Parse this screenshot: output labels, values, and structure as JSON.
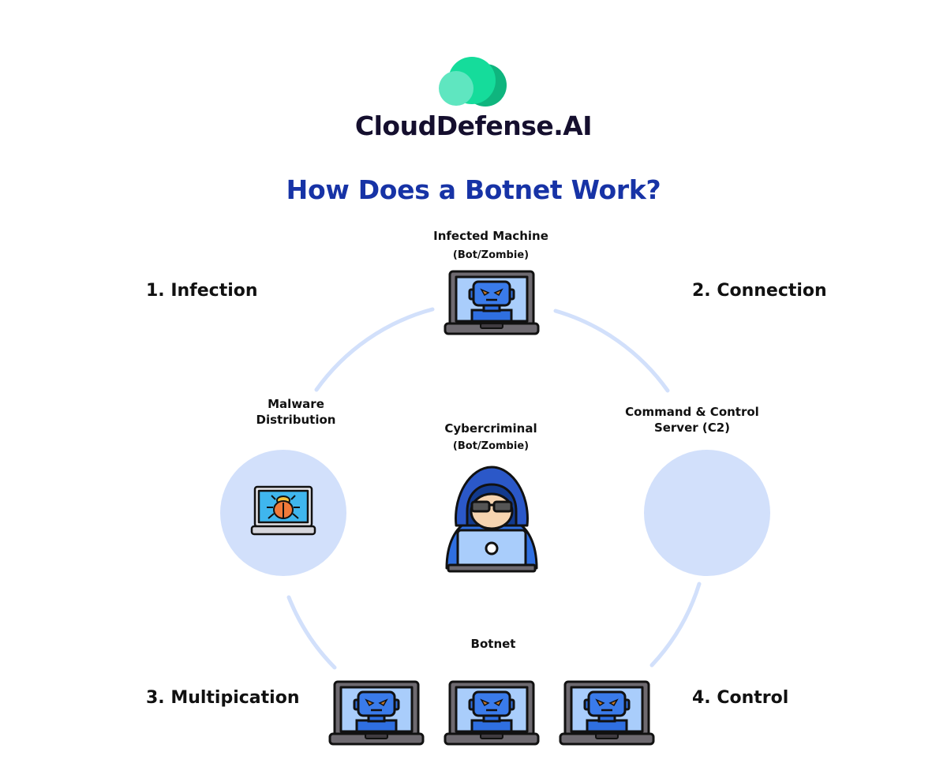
{
  "brand": {
    "name": "CloudDefense.AI",
    "logo_icon": "cloud-logo-icon",
    "colors": {
      "cloud_light": "#5fe6c0",
      "cloud_mid": "#15dc9b",
      "cloud_dark": "#0fb57e",
      "text": "#150f2e"
    }
  },
  "title": "How Does a Botnet Work?",
  "title_color": "#1733a6",
  "steps": [
    {
      "label": "1. Infection"
    },
    {
      "label": "2. Connection"
    },
    {
      "label": "3. Multipication"
    },
    {
      "label": "4. Control"
    }
  ],
  "nodes": {
    "infected_machine": {
      "label": "Infected Machine",
      "sublabel": "(Bot/Zombie)",
      "icon": "robot-laptop-icon"
    },
    "malware_distribution": {
      "label_line1": "Malware",
      "label_line2": "Distribution",
      "icon": "bug-laptop-icon"
    },
    "cybercriminal": {
      "label": "Cybercriminal",
      "sublabel": "(Bot/Zombie)",
      "icon": "hacker-icon"
    },
    "c2_server": {
      "label_line1": "Command & Control",
      "label_line2": "Server (C2)"
    },
    "botnet": {
      "label": "Botnet",
      "icon": "robot-laptop-icon",
      "count": 3
    }
  },
  "colors": {
    "arc": "#d2e0fb",
    "bubble": "#d2e0fb",
    "laptop_body": "#6e6a70",
    "screen": "#a9cdfb",
    "robot": "#2f6fe0",
    "outline": "#111111"
  }
}
